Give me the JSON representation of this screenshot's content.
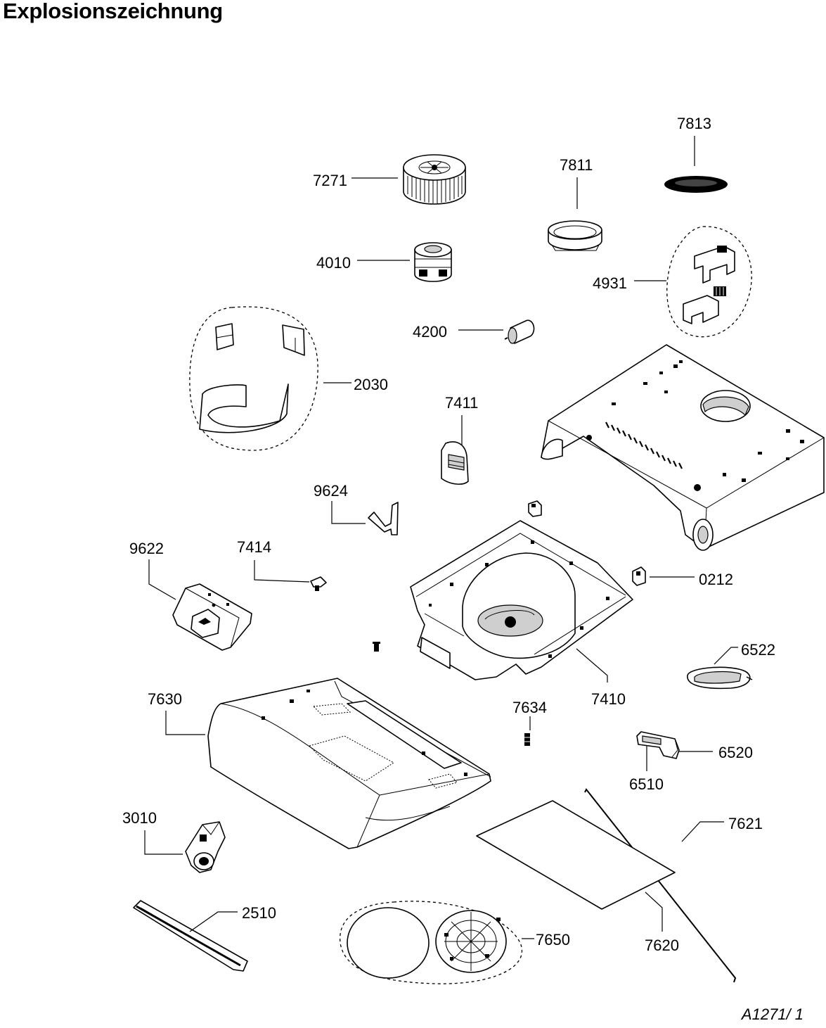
{
  "title": "Explosionszeichnung",
  "drawing_ref": "A1271/ 1",
  "parts": [
    {
      "id": "7813"
    },
    {
      "id": "7271"
    },
    {
      "id": "7811"
    },
    {
      "id": "4010"
    },
    {
      "id": "4931"
    },
    {
      "id": "4200"
    },
    {
      "id": "2030"
    },
    {
      "id": "7411"
    },
    {
      "id": "9624"
    },
    {
      "id": "9622"
    },
    {
      "id": "7414"
    },
    {
      "id": "0212"
    },
    {
      "id": "6522"
    },
    {
      "id": "7630"
    },
    {
      "id": "7634"
    },
    {
      "id": "7410"
    },
    {
      "id": "6520"
    },
    {
      "id": "6510"
    },
    {
      "id": "3010"
    },
    {
      "id": "7621"
    },
    {
      "id": "2510"
    },
    {
      "id": "7650"
    },
    {
      "id": "7620"
    }
  ]
}
